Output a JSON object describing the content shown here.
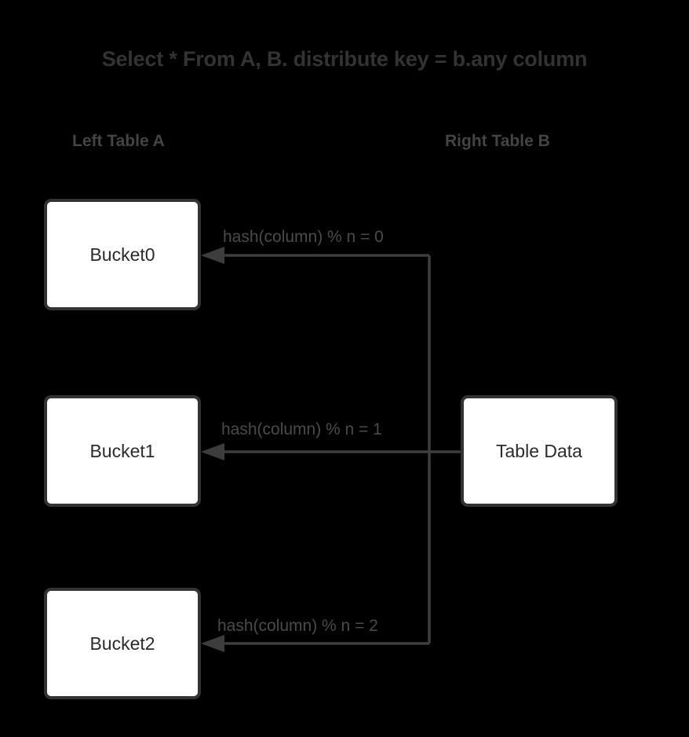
{
  "diagram": {
    "title": "Select * From A, B. distribute key = b.any column",
    "background_color": "#000000",
    "node_fill": "#ffffff",
    "node_border_color": "#333333",
    "edge_color": "#3d3d3d",
    "label_color": "#4a4a4a",
    "title_color": "#333333"
  },
  "columns": {
    "left_heading": "Left Table A",
    "right_heading": "Right Table B"
  },
  "nodes": {
    "bucket0": "Bucket0",
    "bucket1": "Bucket1",
    "bucket2": "Bucket2",
    "table_data": "Table Data"
  },
  "edges": [
    {
      "label": "hash(column) % n = 0",
      "from": "table_data",
      "to": "bucket0"
    },
    {
      "label": "hash(column) % n = 1",
      "from": "table_data",
      "to": "bucket1"
    },
    {
      "label": "hash(column) % n = 2",
      "from": "table_data",
      "to": "bucket2"
    }
  ]
}
